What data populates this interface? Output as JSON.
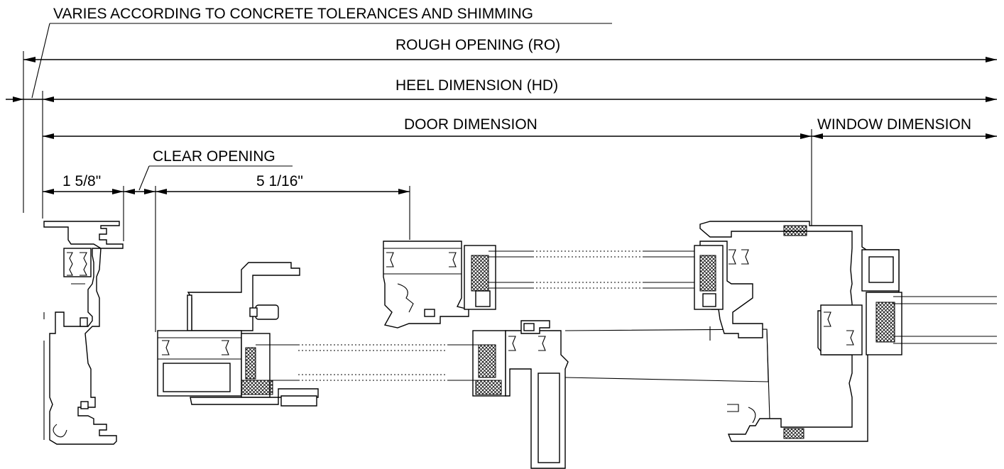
{
  "labels": {
    "varies": "VARIES ACCORDING TO CONCRETE TOLERANCES AND SHIMMING",
    "rough_opening": "ROUGH OPENING (RO)",
    "heel_dimension": "HEEL DIMENSION (HD)",
    "door_dimension": "DOOR DIMENSION",
    "window_dimension": "WINDOW DIMENSION",
    "clear_opening": "CLEAR OPENING",
    "dim_left": "1 5/8\"",
    "dim_right": "5 1/16\""
  }
}
